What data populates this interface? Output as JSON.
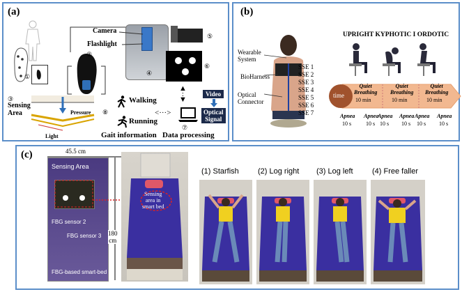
{
  "panel_a": {
    "label": "(a)",
    "camera": "Camera",
    "flashlight": "Flashlight",
    "num1": "①",
    "num2": "②",
    "num3": "③",
    "num4": "④",
    "num5": "⑤",
    "num6": "⑥",
    "num7": "⑦",
    "num8": "⑧",
    "sensing_area": "Sensing\nArea",
    "pressure": "Pressure",
    "light": "Light",
    "walking": "Walking",
    "running": "Running",
    "gait_information": "Gait information",
    "data_processing": "Data processing",
    "video": "Video",
    "optical_signal": "Optical\nSignal"
  },
  "panel_b": {
    "label": "(b)",
    "title": "UPRIGHT KYPHOTIC I ORDOTIC",
    "wearable_system": "Wearable\nSystem",
    "bioharness": "BioHarness",
    "optical_connector": "Optical\nConnector",
    "sse": [
      "SSE 1",
      "SSE 2",
      "SSE 3",
      "SSE 4",
      "SSE 5",
      "SSE 6",
      "SSE 7"
    ],
    "time": "time",
    "quiet_breathing": "Quiet\nBreathing",
    "ten_min": "10 min",
    "apnea": "Apnea",
    "ten_s": "10 s"
  },
  "panel_c": {
    "label": "(c)",
    "width_dim": "45.5 cm",
    "height_dim": "180\ncm",
    "sensing_area": "Sensing Area",
    "sensing_in_bed": "Sensing\narea in\nsmart bed",
    "fbg_sensor_2": "FBG sensor 2",
    "fbg_sensor_3": "FBG sensor 3",
    "fbg_bed": "FBG-based smart-bed",
    "poses": [
      "(1) Starfish",
      "(2) Log right",
      "(3) Log left",
      "(4) Free faller"
    ]
  },
  "colors": {
    "border": "#5b8ec9",
    "bed_purple": "#3a2fa0",
    "orange_arrow": "#e8a070",
    "dark_brown": "#a0522d"
  }
}
